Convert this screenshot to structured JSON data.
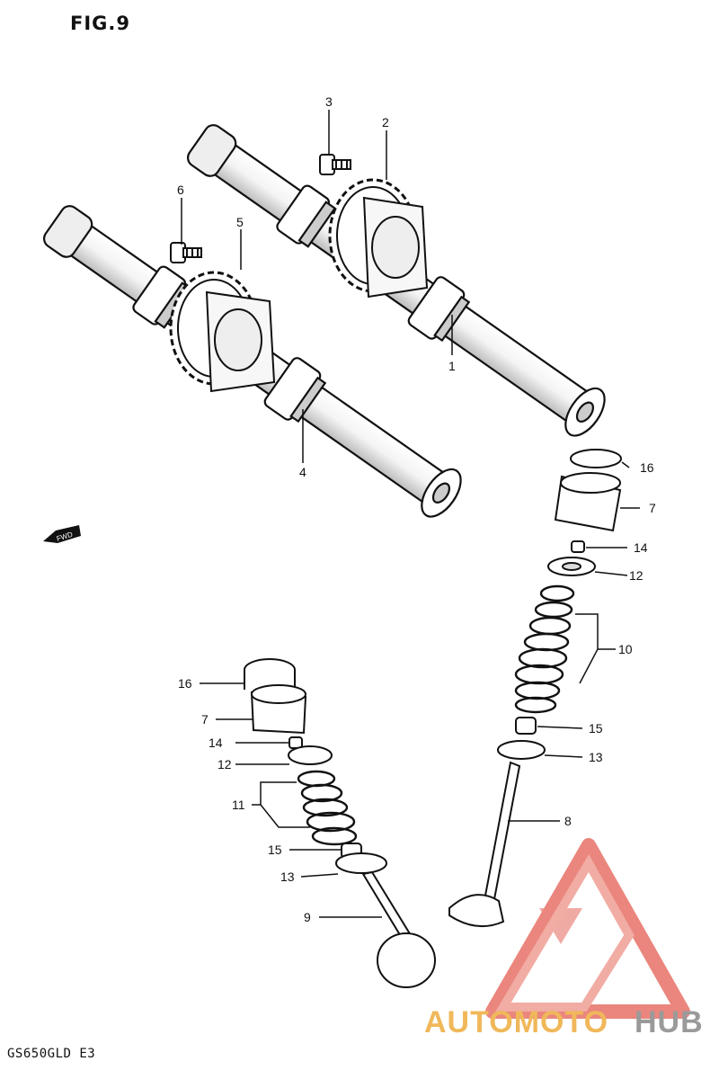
{
  "figure_title": "FIG.9",
  "model_code": "GS650GLD E3",
  "direction_marker": "FWD",
  "callouts": [
    {
      "id": "cam-1",
      "label": "1"
    },
    {
      "id": "sprocket-2",
      "label": "2"
    },
    {
      "id": "bolt-3",
      "label": "3"
    },
    {
      "id": "cam-4",
      "label": "4"
    },
    {
      "id": "sprocket-5",
      "label": "5"
    },
    {
      "id": "bolt-6",
      "label": "6"
    },
    {
      "id": "tappet-7-right",
      "label": "7"
    },
    {
      "id": "valve-8",
      "label": "8"
    },
    {
      "id": "valve-9",
      "label": "9"
    },
    {
      "id": "spring-10",
      "label": "10"
    },
    {
      "id": "spring-11",
      "label": "11"
    },
    {
      "id": "retainer-12-right",
      "label": "12"
    },
    {
      "id": "seat-13-right",
      "label": "13"
    },
    {
      "id": "cotter-14-right",
      "label": "14"
    },
    {
      "id": "seal-15-right",
      "label": "15"
    },
    {
      "id": "shim-16-right",
      "label": "16"
    },
    {
      "id": "shim-16-left",
      "label": "16"
    },
    {
      "id": "tappet-7-left",
      "label": "7"
    },
    {
      "id": "cotter-14-left",
      "label": "14"
    },
    {
      "id": "retainer-12-left",
      "label": "12"
    },
    {
      "id": "seal-15-left",
      "label": "15"
    },
    {
      "id": "seat-13-left",
      "label": "13"
    }
  ],
  "watermark": {
    "part1": "AUTOMOTO",
    "part2": "HUB",
    "color_primary": "#e8796f",
    "color_secondary": "#8a8a8a"
  }
}
